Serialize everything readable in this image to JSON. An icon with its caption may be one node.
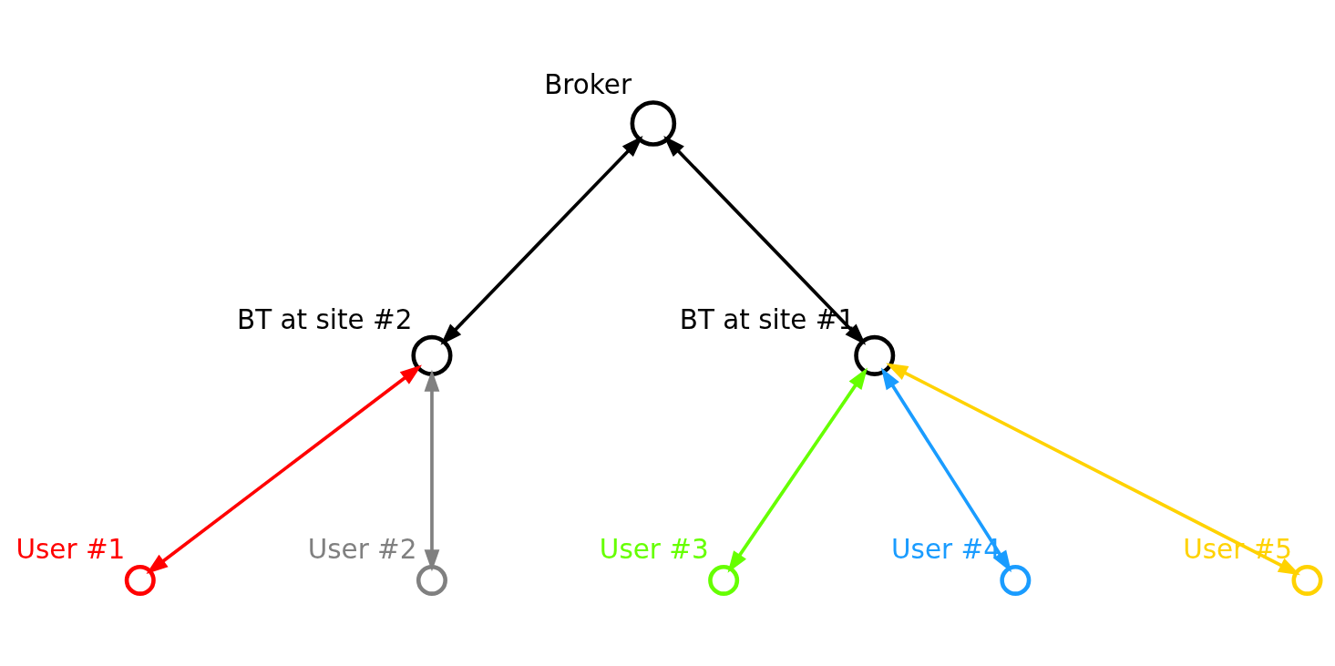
{
  "diagram": {
    "nodes": [
      {
        "text": [
          "Broker"
        ]
      },
      {
        "text": [
          "BT at site #2"
        ]
      },
      {
        "text": [
          "BT at site #1"
        ]
      },
      {
        "text": [
          "User #1"
        ]
      },
      {
        "text": [
          "User #2"
        ]
      },
      {
        "text": [
          "User #3"
        ]
      },
      {
        "text": [
          "User #4"
        ]
      },
      {
        "text": [
          "User #5"
        ]
      }
    ],
    "edges": [
      {
        "from": 0,
        "to": 1,
        "arrow": "both"
      },
      {
        "from": 0,
        "to": 2,
        "arrow": "both"
      },
      {
        "from": 1,
        "to": 3,
        "arrow": "both",
        "color": "#ff0000"
      },
      {
        "from": 1,
        "to": 4,
        "arrow": "both",
        "color": "#808080"
      },
      {
        "from": 2,
        "to": 5,
        "arrow": "both",
        "color": "#66ff00"
      },
      {
        "from": 2,
        "to": 6,
        "arrow": "both",
        "color": "#1a9cff"
      },
      {
        "from": 2,
        "to": 7,
        "arrow": "both",
        "color": "#ffd200"
      }
    ]
  }
}
